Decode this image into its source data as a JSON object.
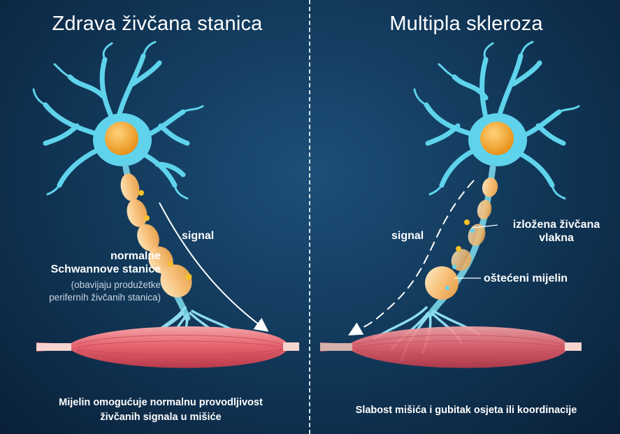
{
  "left_panel": {
    "title": "Zdrava živčana stanica",
    "signal_label": "signal",
    "schwann_label_line1": "normalne",
    "schwann_label_line2": "Schwannove stanice",
    "schwann_note_line1": "(obavijaju produžetke",
    "schwann_note_line2": "perifernih živčanih stanica)",
    "caption_line1": "Mijelin omogućuje normalnu provodljivost",
    "caption_line2": "živčanih signala u mišiće"
  },
  "right_panel": {
    "title": "Multipla skleroza",
    "signal_label": "signal",
    "exposed_label_line1": "izložena živčana",
    "exposed_label_line2": "vlakna",
    "damaged_label": "oštećeni mijelin",
    "caption": "Slabost mišića i gubitak osjeta ili koordinacije"
  },
  "colors": {
    "neuron": "#5fd3ec",
    "nucleus": "#f5a623",
    "myelin": "#f7c98a",
    "muscle": "#e8707a",
    "arrow": "#ffffff"
  }
}
